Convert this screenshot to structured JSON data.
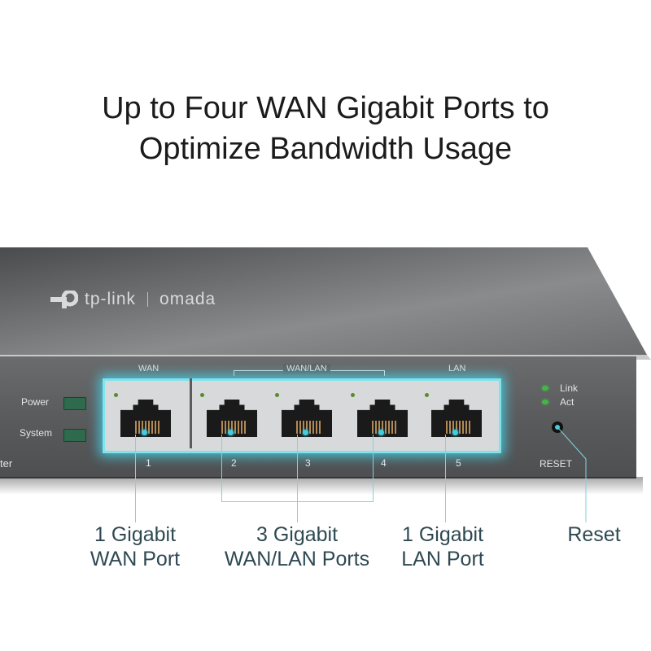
{
  "headline": {
    "line1": "Up to Four WAN Gigabit Ports to",
    "line2": "Optimize Bandwidth Usage"
  },
  "device": {
    "logo": {
      "brand": "tp-link",
      "product": "omada"
    },
    "front_labels": {
      "power": "Power",
      "system": "System",
      "edge_text": "ter",
      "reset": "RESET",
      "link": "Link",
      "act": "Act"
    },
    "group_labels": {
      "wan": "WAN",
      "wan_lan": "WAN/LAN",
      "lan": "LAN"
    },
    "ports": [
      {
        "number": "1",
        "type": "WAN"
      },
      {
        "number": "2",
        "type": "WAN/LAN"
      },
      {
        "number": "3",
        "type": "WAN/LAN"
      },
      {
        "number": "4",
        "type": "WAN/LAN"
      },
      {
        "number": "5",
        "type": "LAN"
      }
    ],
    "colors": {
      "accent": "#43cce0",
      "body": "#5a5b5d",
      "led_green": "#45b548"
    }
  },
  "callouts": [
    {
      "line1": "1 Gigabit",
      "line2": "WAN Port"
    },
    {
      "line1": "3 Gigabit",
      "line2": "WAN/LAN Ports"
    },
    {
      "line1": "1 Gigabit",
      "line2": "LAN Port"
    },
    {
      "line1": "Reset",
      "line2": ""
    }
  ]
}
